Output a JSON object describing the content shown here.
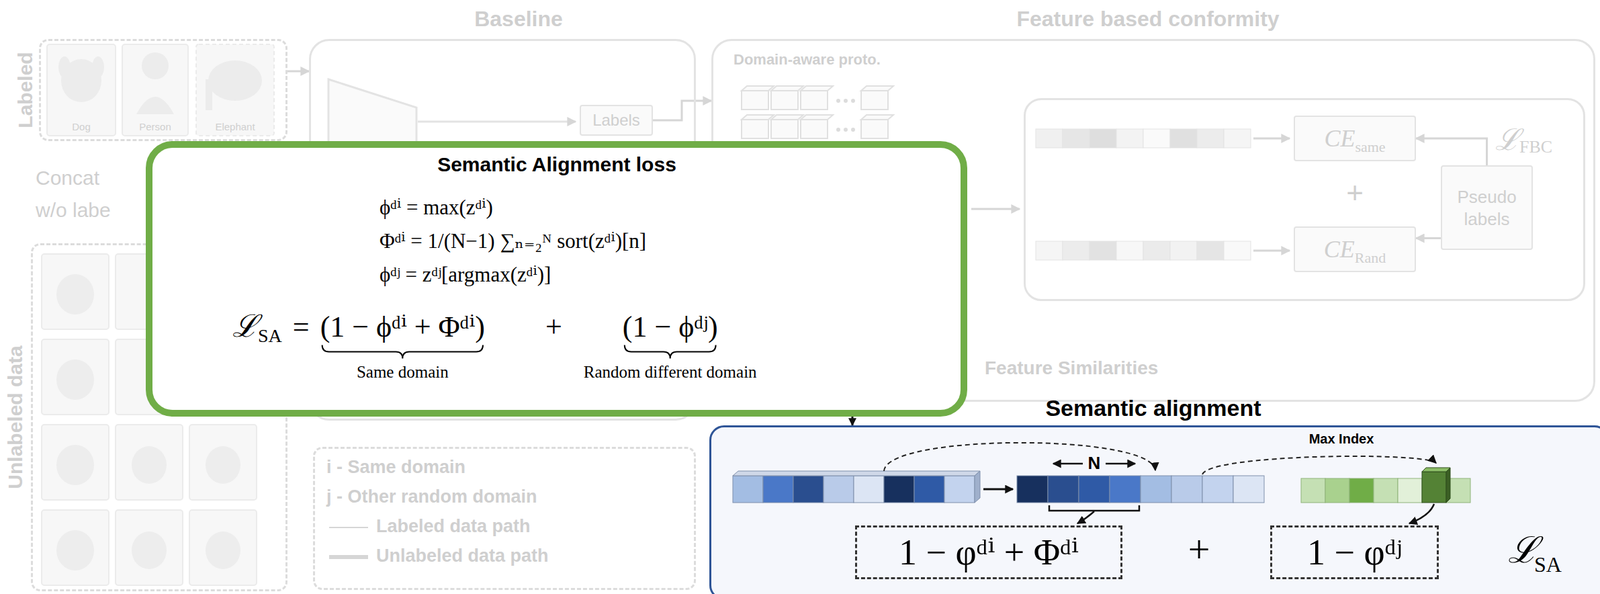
{
  "diagram": {
    "nodes": [
      {
        "text": [
          "Labeled"
        ]
      },
      {
        "text": [
          "Baseline"
        ]
      },
      {
        "text": [
          "Labels"
        ],
        "in": 1
      },
      {
        "text": [
          "Feature based conformity",
          "Domain-aware proto.",
          "Feature Similarities"
        ]
      },
      {
        "text": [
          "ℒ",
          "FBC",
          "+"
        ],
        "in": 3
      },
      {
        "text": [
          "CE",
          "same"
        ],
        "in": 4
      },
      {
        "text": [
          "CE",
          "Rand"
        ],
        "in": 4
      },
      {
        "text": [
          "Pseudo labels"
        ],
        "in": 4
      },
      {
        "text": [
          "Unlabeled data"
        ]
      },
      {
        "text": [
          "Semantic Alignment loss",
          "ϕᵈⁱ = max(zᵈⁱ)",
          "Φᵈⁱ = 1/(N−1) ∑ₙ₌₂ᴺ sort(zᵈⁱ)[n]",
          "ϕᵈʲ = zᵈʲ[argmax(zᵈⁱ)]",
          "ℒ",
          "SA",
          "=",
          "(1 − ϕᵈⁱ + Φᵈⁱ)",
          "+",
          "(1 − ϕᵈʲ)",
          "Same domain",
          "Random different domain"
        ]
      },
      {
        "text": [
          "Semantic alignment",
          "Max Index",
          "N",
          "+",
          "ℒ",
          "SA"
        ]
      },
      {
        "text": [
          "1 − φᵈⁱ + Φᵈⁱ"
        ],
        "in": 10
      },
      {
        "text": [
          "1 − φᵈʲ"
        ],
        "in": 10
      }
    ],
    "edges": [
      {
        "from": 0,
        "to": 1,
        "arrow": "to"
      },
      {
        "from": 2,
        "to": 3,
        "arrow": "to"
      },
      {
        "from": 7,
        "to": 5,
        "arrow": "to"
      },
      {
        "from": 7,
        "to": 6,
        "arrow": "to"
      },
      {
        "from": 9,
        "to": 10,
        "arrow": "to"
      }
    ],
    "labels": [
      "Concat",
      "w/o labe",
      "Dog",
      "Person",
      "Elephant"
    ],
    "legend": [
      {
        "text": "i - Same domain"
      },
      {
        "text": "j - Other random domain"
      },
      {
        "text": "Labeled data path"
      },
      {
        "text": "Unlabeled data path"
      }
    ]
  }
}
